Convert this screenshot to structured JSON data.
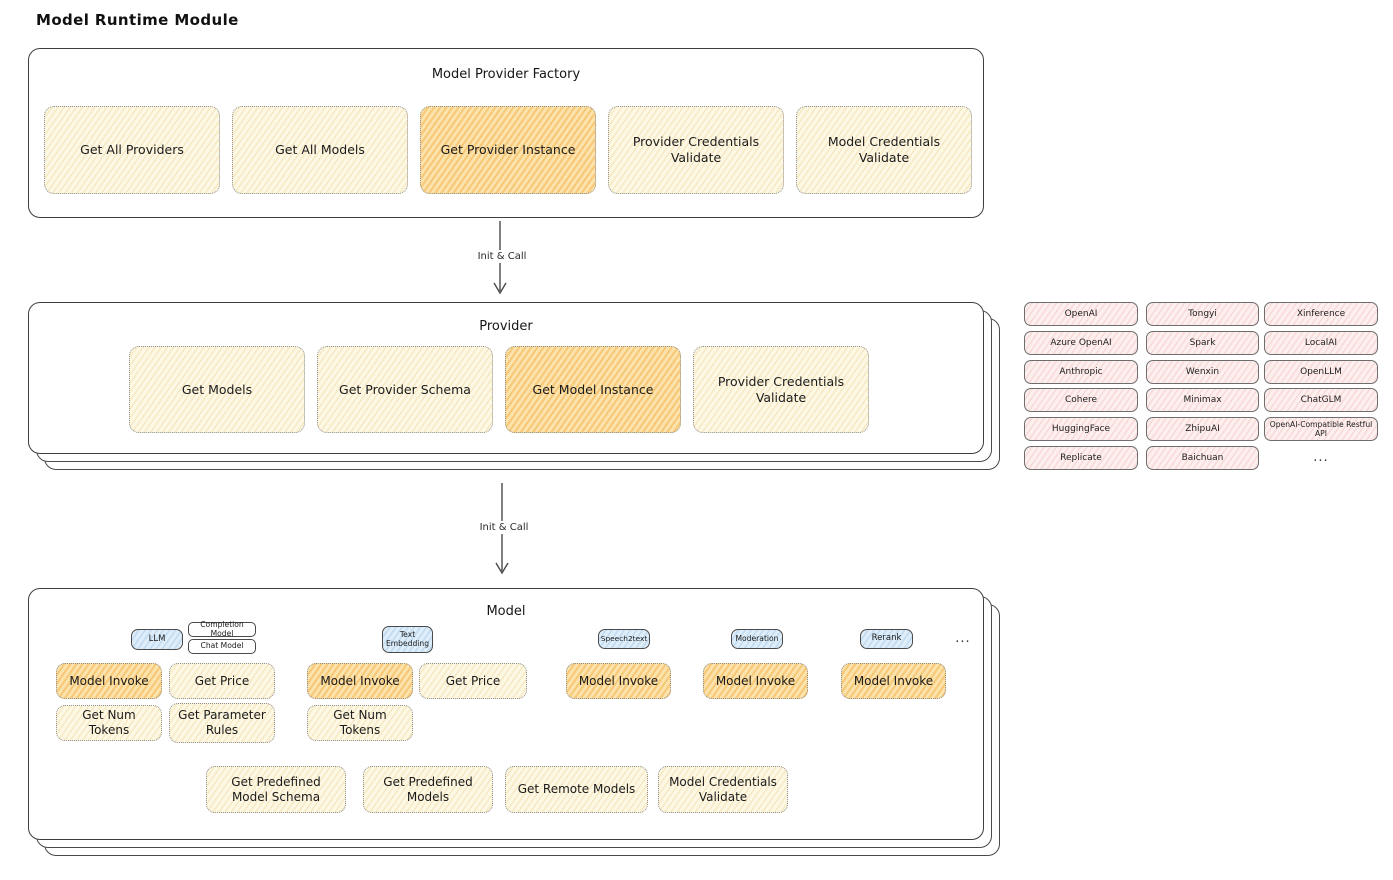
{
  "title": "Model Runtime Module",
  "factory": {
    "title": "Model Provider Factory",
    "buttons": [
      {
        "label": "Get All Providers",
        "active": false
      },
      {
        "label": "Get All Models",
        "active": false
      },
      {
        "label": "Get Provider Instance",
        "active": true
      },
      {
        "label": "Provider Credentials Validate",
        "active": false
      },
      {
        "label": "Model Credentials Validate",
        "active": false
      }
    ]
  },
  "arrows": [
    {
      "label": "Init & Call"
    },
    {
      "label": "Init & Call"
    }
  ],
  "provider": {
    "title": "Provider",
    "buttons": [
      {
        "label": "Get Models",
        "active": false
      },
      {
        "label": "Get Provider Schema",
        "active": false
      },
      {
        "label": "Get Model Instance",
        "active": true
      },
      {
        "label": "Provider Credentials Validate",
        "active": false
      }
    ]
  },
  "providers_grid": {
    "columns": [
      [
        "OpenAI",
        "Azure OpenAI",
        "Anthropic",
        "Cohere",
        "HuggingFace",
        "Replicate"
      ],
      [
        "Tongyi",
        "Spark",
        "Wenxin",
        "Minimax",
        "ZhipuAI",
        "Baichuan"
      ],
      [
        "Xinference",
        "LocalAI",
        "OpenLLM",
        "ChatGLM",
        "OpenAI-Compatible Restful API"
      ]
    ],
    "more": "..."
  },
  "model": {
    "title": "Model",
    "tags": [
      "LLM",
      "Completion Model",
      "Chat Model",
      "Text Embedding",
      "Speech2text",
      "Moderation",
      "Rerank"
    ],
    "tags_more": "...",
    "buttons": [
      "Model Invoke",
      "Get Price",
      "Get Num Tokens",
      "Get Parameter Rules",
      "Model Invoke",
      "Get Price",
      "Get Num Tokens",
      "Model Invoke",
      "Model Invoke",
      "Model Invoke",
      "Get Predefined Model Schema",
      "Get Predefined Models",
      "Get Remote Models",
      "Model Credentials Validate"
    ]
  },
  "colors": {
    "node_cream": "#fdf8e4",
    "node_active_orange": "#fbe3ad",
    "provider_chip_pink": "#fdefee",
    "tag_blue": "#ddedf9",
    "outline": "#3e3e3e"
  }
}
